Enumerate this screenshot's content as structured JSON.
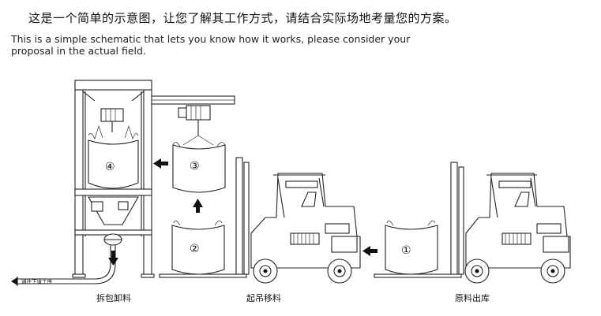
{
  "header": {
    "title_cn": "这是一个简单的示意图，让您了解其工作方式，请结合实际场地考量您的方案。",
    "title_en": "This is a simple schematic that lets you know how it works, please consider your proposal in the actual field."
  },
  "steps": [
    {
      "number": "①"
    },
    {
      "number": "②"
    },
    {
      "number": "③"
    },
    {
      "number": "④"
    }
  ],
  "captions": {
    "unpack_discharge": "拆包卸料",
    "lift_move": "起吊移料",
    "raw_out": "原料出库"
  },
  "pipe_label": "通往下道工序"
}
